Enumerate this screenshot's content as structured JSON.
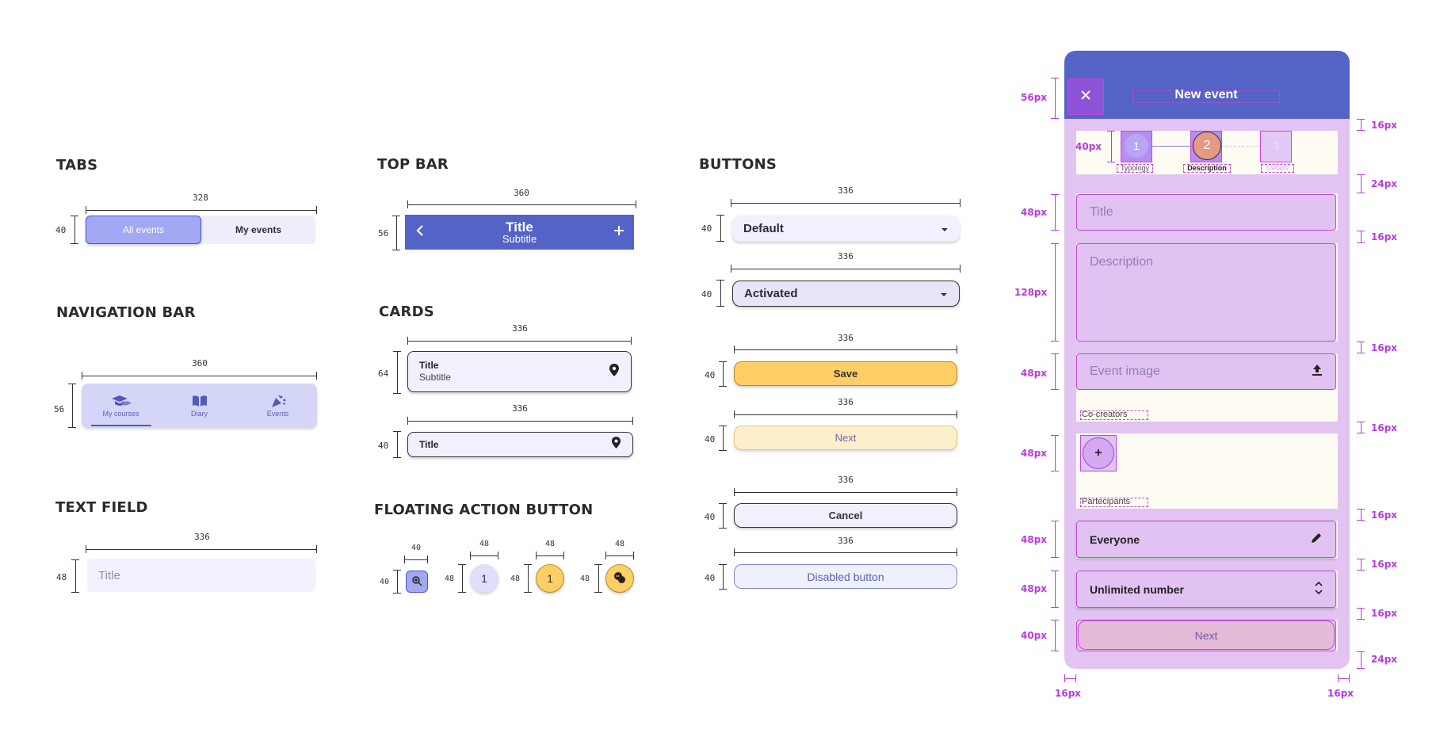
{
  "sections": {
    "tabs": "TABS",
    "navigation_bar": "NAVIGATION BAR",
    "text_field": "TEXT FIELD",
    "top_bar": "TOP BAR",
    "cards": "CARDS",
    "fab": "FLOATING ACTION BUTTON",
    "buttons": "BUTTONS"
  },
  "dims": {
    "tabs_w": "328",
    "tabs_h": "40",
    "nav_w": "360",
    "nav_h": "56",
    "text_w": "336",
    "text_h": "48",
    "topbar_w": "360",
    "topbar_h": "56",
    "card1_w": "336",
    "card1_h": "64",
    "card2_w": "336",
    "card2_h": "40",
    "fab1_w": "40",
    "fab1_h": "40",
    "fab2_w": "48",
    "fab2_h": "48",
    "fab3_w": "48",
    "fab3_h": "48",
    "fab4_w": "48",
    "fab4_h": "48",
    "btn_default_w": "336",
    "btn_default_h": "40",
    "btn_activated_w": "336",
    "btn_activated_h": "40",
    "btn_save_w": "336",
    "btn_save_h": "40",
    "btn_next_w": "336",
    "btn_next_h": "40",
    "btn_cancel_w": "336",
    "btn_cancel_h": "40",
    "btn_disabled_w": "336",
    "btn_disabled_h": "40"
  },
  "tabs": {
    "active": "All events",
    "inactive": "My events"
  },
  "nav": {
    "items": [
      "My courses",
      "Diary",
      "Events"
    ]
  },
  "text_field": {
    "placeholder": "Title"
  },
  "top_bar": {
    "title": "Title",
    "subtitle": "Subtitle",
    "back_icon": "chevron-left-icon",
    "add_icon": "plus-icon"
  },
  "cards": {
    "card1": {
      "title": "Title",
      "subtitle": "Subtitle"
    },
    "card2": {
      "title": "Title"
    }
  },
  "fab": {
    "fab2": "1",
    "fab3": "1"
  },
  "buttons": {
    "default": "Default",
    "activated": "Activated",
    "save": "Save",
    "next": "Next",
    "cancel": "Cancel",
    "disabled": "Disabled button"
  },
  "phone": {
    "title": "New event",
    "steps": [
      "1",
      "2",
      "3"
    ],
    "step_labels": [
      "Typology",
      "Description",
      "Details"
    ],
    "fields": {
      "title": "Title",
      "description": "Description",
      "event_image": "Event image",
      "co_creators": "Co-creators",
      "participants": "Partecipants",
      "everyone": "Everyone",
      "unlimited": "Unlimited number",
      "next": "Next"
    }
  },
  "annotations": {
    "left": [
      "56px",
      "40px",
      "48px",
      "128px",
      "48px",
      "48px",
      "48px",
      "48px",
      "40px"
    ],
    "right": [
      "16px",
      "24px",
      "16px",
      "16px",
      "16px",
      "16px",
      "16px",
      "16px",
      "24px"
    ],
    "bottom": [
      "16px",
      "16px"
    ]
  },
  "colors": {
    "primary": "#5463c6",
    "accent_yellow": "#ffcf66",
    "step_active": "#e59a86",
    "annotation": "#b63dd9"
  }
}
